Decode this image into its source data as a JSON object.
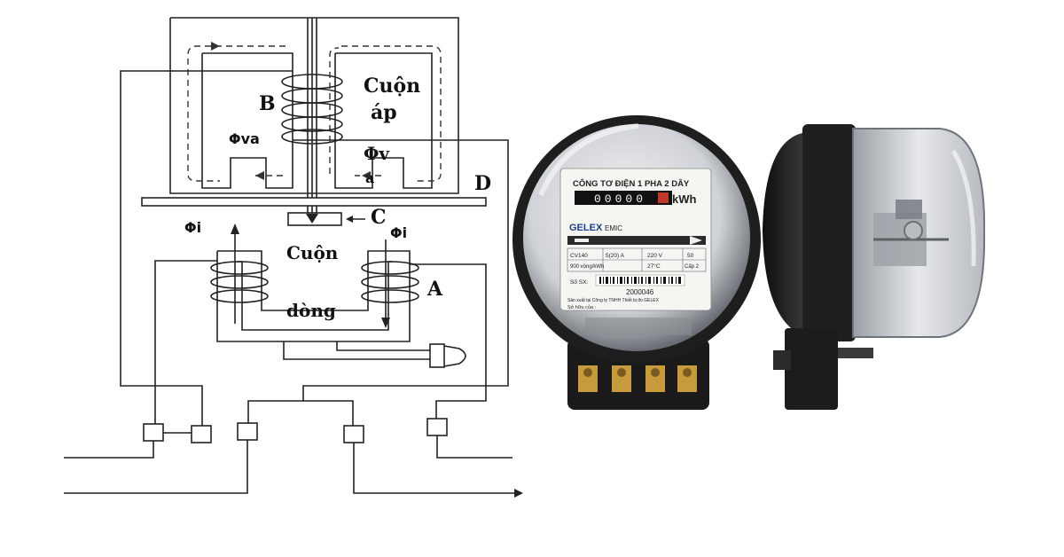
{
  "diagram": {
    "labels": {
      "B": "B",
      "coil_voltage_line1": "Cuộn",
      "coil_voltage_line2": "áp",
      "phi_va": "Φva",
      "phi_v": "Φv",
      "a": "a",
      "D": "D",
      "C": "C",
      "phi_i_left": "Φi",
      "phi_i_right": "Φi",
      "coil_current_line1": "Cuộn",
      "coil_current_line2": "dòng",
      "A": "A"
    }
  },
  "meter_front": {
    "title": "CÔNG TƠ ĐIỆN 1 PHA 2 DÂY",
    "counter_digits": "00000",
    "unit": "kWh",
    "brand": "GELEX",
    "brand_sub": "EMIC",
    "model": "CV140",
    "current": "5(20) A",
    "voltage": "220 V",
    "frequency": "50",
    "constant": "900 vòng/kWh",
    "temperature": "27°C",
    "accuracy": "Cấp 2",
    "serial_label": "Số SX:",
    "serial": "2000046",
    "manufacturer": "Sản xuất tại Công ty TNHH Thiết bị đo GELEX",
    "owner_label": "Sở hữu của :"
  },
  "colors": {
    "meter_body": "#1e1e1e",
    "meter_glass": "#e8eaed",
    "terminal_copper": "#c79a3e",
    "line": "#222222"
  }
}
